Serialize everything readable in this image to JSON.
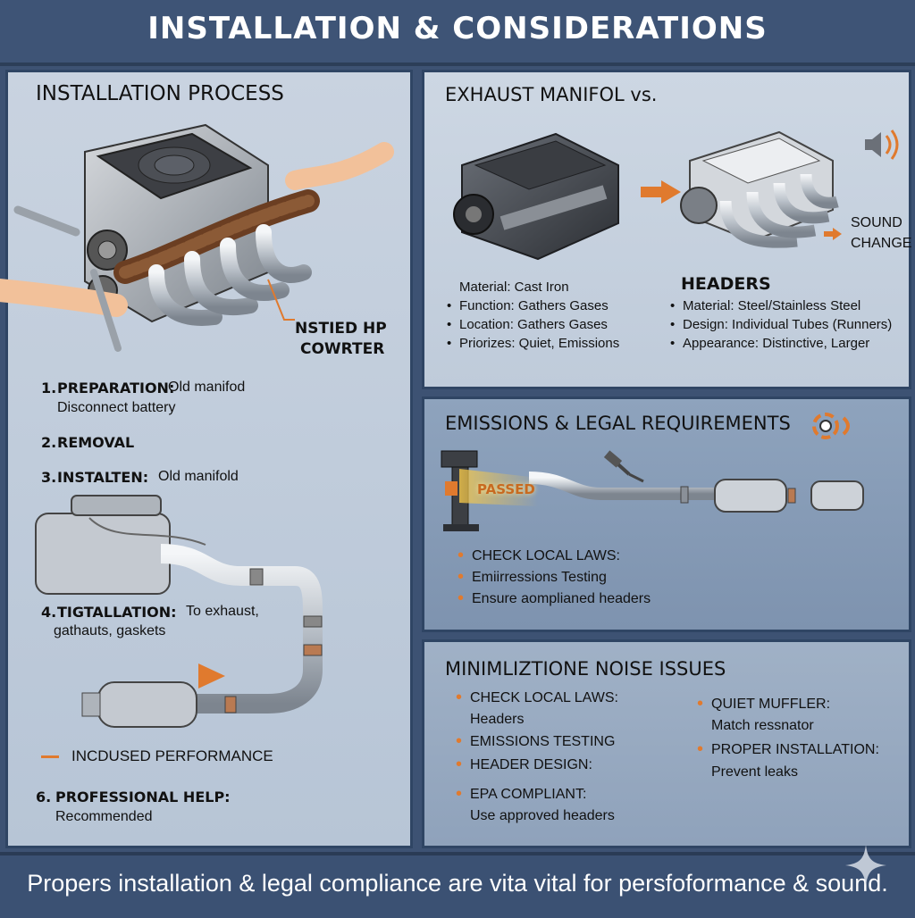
{
  "header": {
    "title": "INSTALLATION & CONSIDERATIONS"
  },
  "footer": {
    "text": "Propers installation & legal compliance are vita vital for persfoformance & sound."
  },
  "left": {
    "title": "INSTALLATION PROCESS",
    "callout": [
      "NSTIED HP",
      "COWRTER"
    ],
    "steps": [
      {
        "num": "1.",
        "label": "PREPARATION:",
        "text": "Old manifod",
        "sub": "Disconnect battery"
      },
      {
        "num": "2.",
        "label": "REMOVAL"
      },
      {
        "num": "3.",
        "label": "INSTALTEN:",
        "text": "Old manifold"
      },
      {
        "num": "4.",
        "label": "TIGTALLATION:",
        "text": "To exhaust,",
        "sub": "gathauts, gaskets"
      }
    ],
    "perf_label": "INCDUSED PERFORMANCE",
    "step6": {
      "num": "6.",
      "label": "PROFESSIONAL HELP:",
      "sub": "Recommended"
    }
  },
  "compare": {
    "title": "EXHAUST MANIFOL vs.",
    "sound_change": [
      "SOUND",
      "CHANGE"
    ],
    "manifold": {
      "first": "Material: Cast Iron",
      "bullets": [
        "Function: Gathers Gases",
        "Location: Gathers Gases",
        "Priorizes: Quiet, Emissions"
      ]
    },
    "headers": {
      "title": "HEADERS",
      "bullets": [
        "Material: Steel/Stainless Steel",
        "Design: Individual Tubes (Runners)",
        "Appearance: Distinctive, Larger"
      ]
    }
  },
  "emissions": {
    "title": "EMISSIONS & LEGAL REQUIREMENTS",
    "passed": "PASSED",
    "items": [
      "CHECK LOCAL LAWS:",
      "Emiirressions Testing",
      "Ensure aomplianed headers"
    ]
  },
  "noise": {
    "title": "MINIMLIZTIONE NOISE ISSUES",
    "col1": [
      {
        "label": "CHECK LOCAL LAWS:",
        "sub": "Headers"
      },
      {
        "label": "EMISSIONS TESTING"
      },
      {
        "label": "HEADER DESIGN:"
      },
      {
        "label": "EPA COMPLIANT:",
        "sub": "Use approved headers"
      }
    ],
    "col2": [
      {
        "label": "QUIET MUFFLER:",
        "sub": "Match ressnator"
      },
      {
        "label": "PROPER INSTALLATION:",
        "sub": "Prevent leaks"
      }
    ]
  },
  "colors": {
    "accent": "#e07a2e",
    "navy": "#3e5476",
    "steel": "#c4c9d0"
  }
}
